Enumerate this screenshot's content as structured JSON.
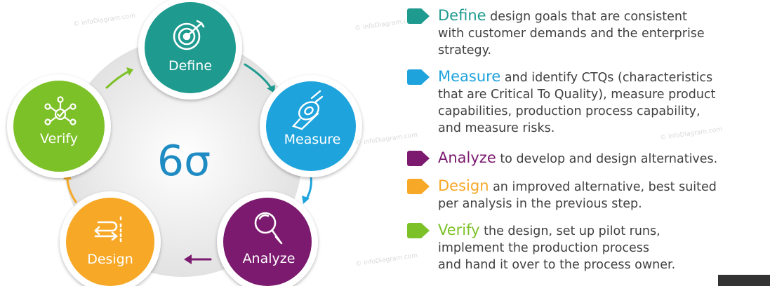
{
  "center_label": "6σ",
  "watermark": "© infoDiagram.com",
  "colors": {
    "define": "#1e9a8f",
    "measure": "#1ea3dc",
    "analyze": "#7b1a6e",
    "design": "#f7a826",
    "verify": "#7dc128",
    "ring": "#e4e4e4",
    "text": "#404040"
  },
  "steps": [
    {
      "key": "define",
      "label": "Define",
      "icon": "target-icon",
      "color": "#1e9a8f"
    },
    {
      "key": "measure",
      "label": "Measure",
      "icon": "tape-measure-icon",
      "color": "#1ea3dc"
    },
    {
      "key": "analyze",
      "label": "Analyze",
      "icon": "magnifier-icon",
      "color": "#7b1a6e"
    },
    {
      "key": "design",
      "label": "Design",
      "icon": "flow-arrows-icon",
      "color": "#f7a826"
    },
    {
      "key": "verify",
      "label": "Verify",
      "icon": "network-check-icon",
      "color": "#7dc128"
    }
  ],
  "descriptions": [
    {
      "keyword": "Define",
      "lines": [
        " design goals that are consistent",
        "with customer demands and the enterprise",
        "strategy."
      ],
      "color": "#1e9a8f"
    },
    {
      "keyword": "Measure",
      "lines": [
        " and identify CTQs (characteristics",
        "that are Critical To Quality), measure product",
        "capabilities, production process capability,",
        "and measure risks."
      ],
      "color": "#1ea3dc"
    },
    {
      "keyword": "Analyze",
      "lines": [
        " to develop and design alternatives."
      ],
      "color": "#7b1a6e"
    },
    {
      "keyword": "Design",
      "lines": [
        " an improved alternative, best suited",
        "per analysis in the previous step."
      ],
      "color": "#f7a826"
    },
    {
      "keyword": "Verify",
      "lines": [
        " the design, set up pilot runs,",
        "implement the production process",
        "and hand it over to the process owner."
      ],
      "color": "#7dc128"
    }
  ]
}
